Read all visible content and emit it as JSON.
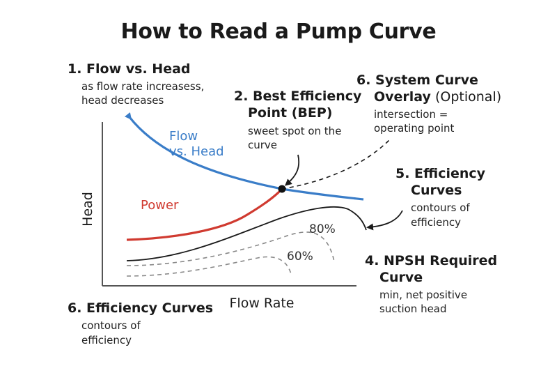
{
  "title": "How to Read a Pump Curve",
  "annotations": {
    "flow_vs_head": {
      "heading": "1. Flow vs. Head",
      "desc_line1": "as flow rate increasess,",
      "desc_line2": "head decreases"
    },
    "bep": {
      "heading_line1": "2. Best Efficiency",
      "heading_line2": "Point (BEP)",
      "desc_line1": "sweet spot on the",
      "desc_line2": "curve"
    },
    "system_curve": {
      "heading_line1": "6. System Curve",
      "heading_line2_bold": "Overlay",
      "heading_line2_light": " (Optional)",
      "desc_line1": "intersection =",
      "desc_line2": "operating point"
    },
    "efficiency_right": {
      "heading_line1": "5. Efficiency",
      "heading_line2": "Curves",
      "desc_line1": "contours of",
      "desc_line2": "efficiency"
    },
    "npsh": {
      "heading_line1": "4. NPSH Required",
      "heading_line2": "Curve",
      "desc_line1": "min, net positive",
      "desc_line2": "suction head"
    },
    "efficiency_bottom": {
      "heading": "6. Efficiency Curves",
      "desc_line1": "contours of",
      "desc_line2": "efficiency"
    }
  },
  "chart": {
    "x_label": "Flow Rate",
    "y_label": "Head",
    "flow_head_label_line1": "Flow",
    "flow_head_label_line2": "vs. Head",
    "power_label": "Power",
    "eff_80_label": "80%",
    "eff_60_label": "60%"
  },
  "colors": {
    "flow_head": "#3a7dc8",
    "power": "#d03a30",
    "axis": "#555555",
    "text": "#1a1a1a",
    "dashed": "#888888"
  }
}
